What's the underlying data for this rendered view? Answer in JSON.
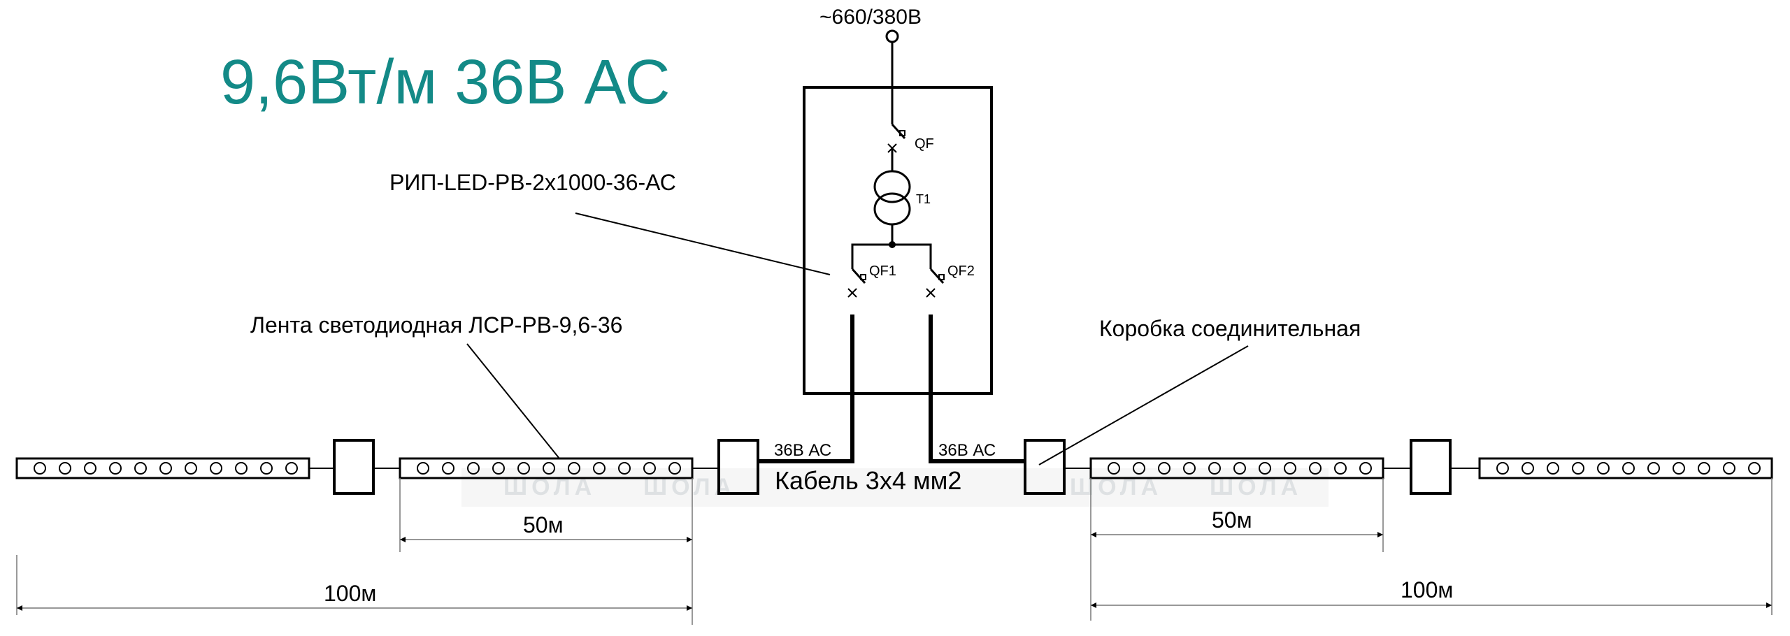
{
  "title": "9,6Вт/м 36В АС",
  "supply_voltage": "~660/380В",
  "psu": {
    "label": "РИП-LED-РВ-2х1000-36-АС",
    "breaker_main": "QF",
    "transformer": "T1",
    "breaker_1": "QF1",
    "breaker_2": "QF2"
  },
  "output_left": "36В АС",
  "output_right": "36В АС",
  "cable_label": "Кабель 3х4 мм2",
  "strip_label": "Лента светодиодная ЛСР-РВ-9,6-36",
  "junction_label": "Коробка соединительная",
  "dimensions": {
    "left_segment": "50м",
    "left_total": "100м",
    "right_segment": "50м",
    "right_total": "100м"
  },
  "watermark": "ШОЛА",
  "colors": {
    "title": "#138a87",
    "lines": "#000000",
    "watermark": "#9aa7ad"
  }
}
